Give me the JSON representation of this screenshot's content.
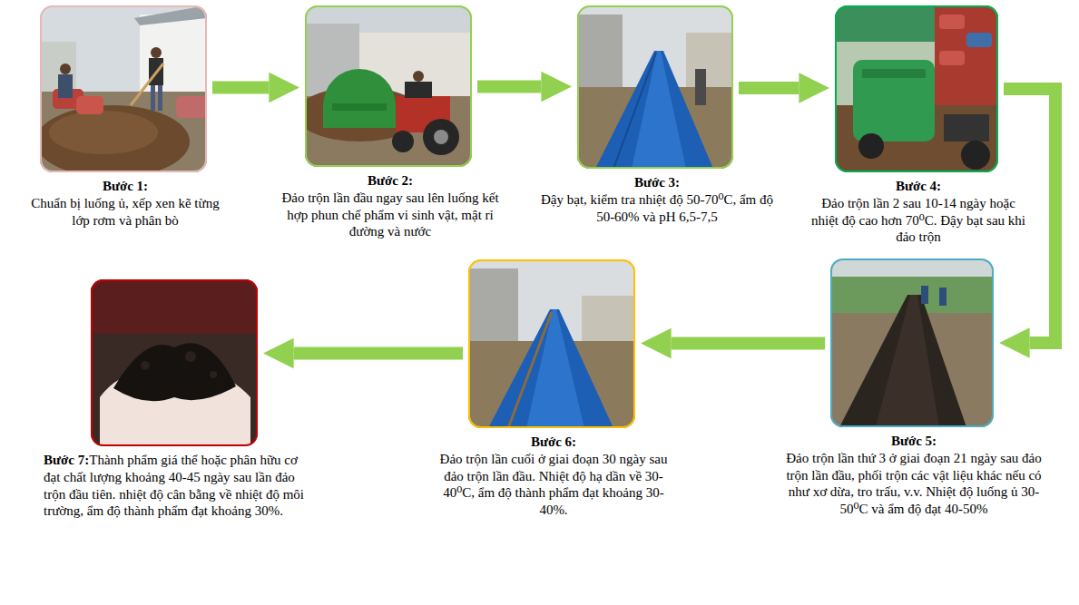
{
  "diagram": {
    "nodes": [
      {
        "text": [
          "Bước 1:",
          "Chuẩn bị luống ủ, xếp xen kẽ từng lớp rơm và phân bò"
        ]
      },
      {
        "text": [
          "Bước 2:",
          "Đảo trộn lần đầu ngay sau lên luống kết hợp phun chế phẩm vi sinh vật, mật rỉ đường và nước"
        ]
      },
      {
        "text": [
          "Bước 3:",
          "Đậy bạt, kiểm tra nhiệt độ 50-70⁰C, ẩm độ 50-60% và pH 6,5-7,5"
        ]
      },
      {
        "text": [
          "Bước 4:",
          "Đảo trộn lần 2 sau 10-14 ngày hoặc nhiệt độ cao hơn 70⁰C. Đậy bạt sau khi đảo trộn"
        ]
      },
      {
        "text": [
          "Bước 5:",
          "Đảo trộn lần thứ 3 ở giai đoạn 21 ngày sau đảo trộn lần đầu, phối trộn các vật liệu khác nếu có như xơ dừa, tro trấu, v.v. Nhiệt độ luống ủ 30-50⁰C và ẩm độ đạt 40-50%"
        ]
      },
      {
        "text": [
          "Bước 6:",
          "Đảo trộn lần cuối ở giai đoạn 30 ngày sau đảo trộn lần đầu. Nhiệt độ hạ dần về 30-40⁰C, ẩm độ thành phẩm đạt khoảng 30-40%."
        ]
      },
      {
        "text": [
          "Bước 7:",
          "Thành phẩm giá thể hoặc phân hữu cơ đạt chất lượng khoảng 40-45 ngày sau lần đảo trộn đầu tiên. nhiệt độ cân bằng về nhiệt độ môi trường, ẩm độ thành phẩm đạt khoảng 30%."
        ]
      }
    ],
    "edges": [
      {
        "from": 0,
        "to": 1,
        "arrow": "to"
      },
      {
        "from": 1,
        "to": 2,
        "arrow": "to"
      },
      {
        "from": 2,
        "to": 3,
        "arrow": "to"
      },
      {
        "from": 3,
        "to": 4,
        "arrow": "to"
      },
      {
        "from": 4,
        "to": 5,
        "arrow": "to"
      },
      {
        "from": 5,
        "to": 6,
        "arrow": "to"
      }
    ]
  }
}
